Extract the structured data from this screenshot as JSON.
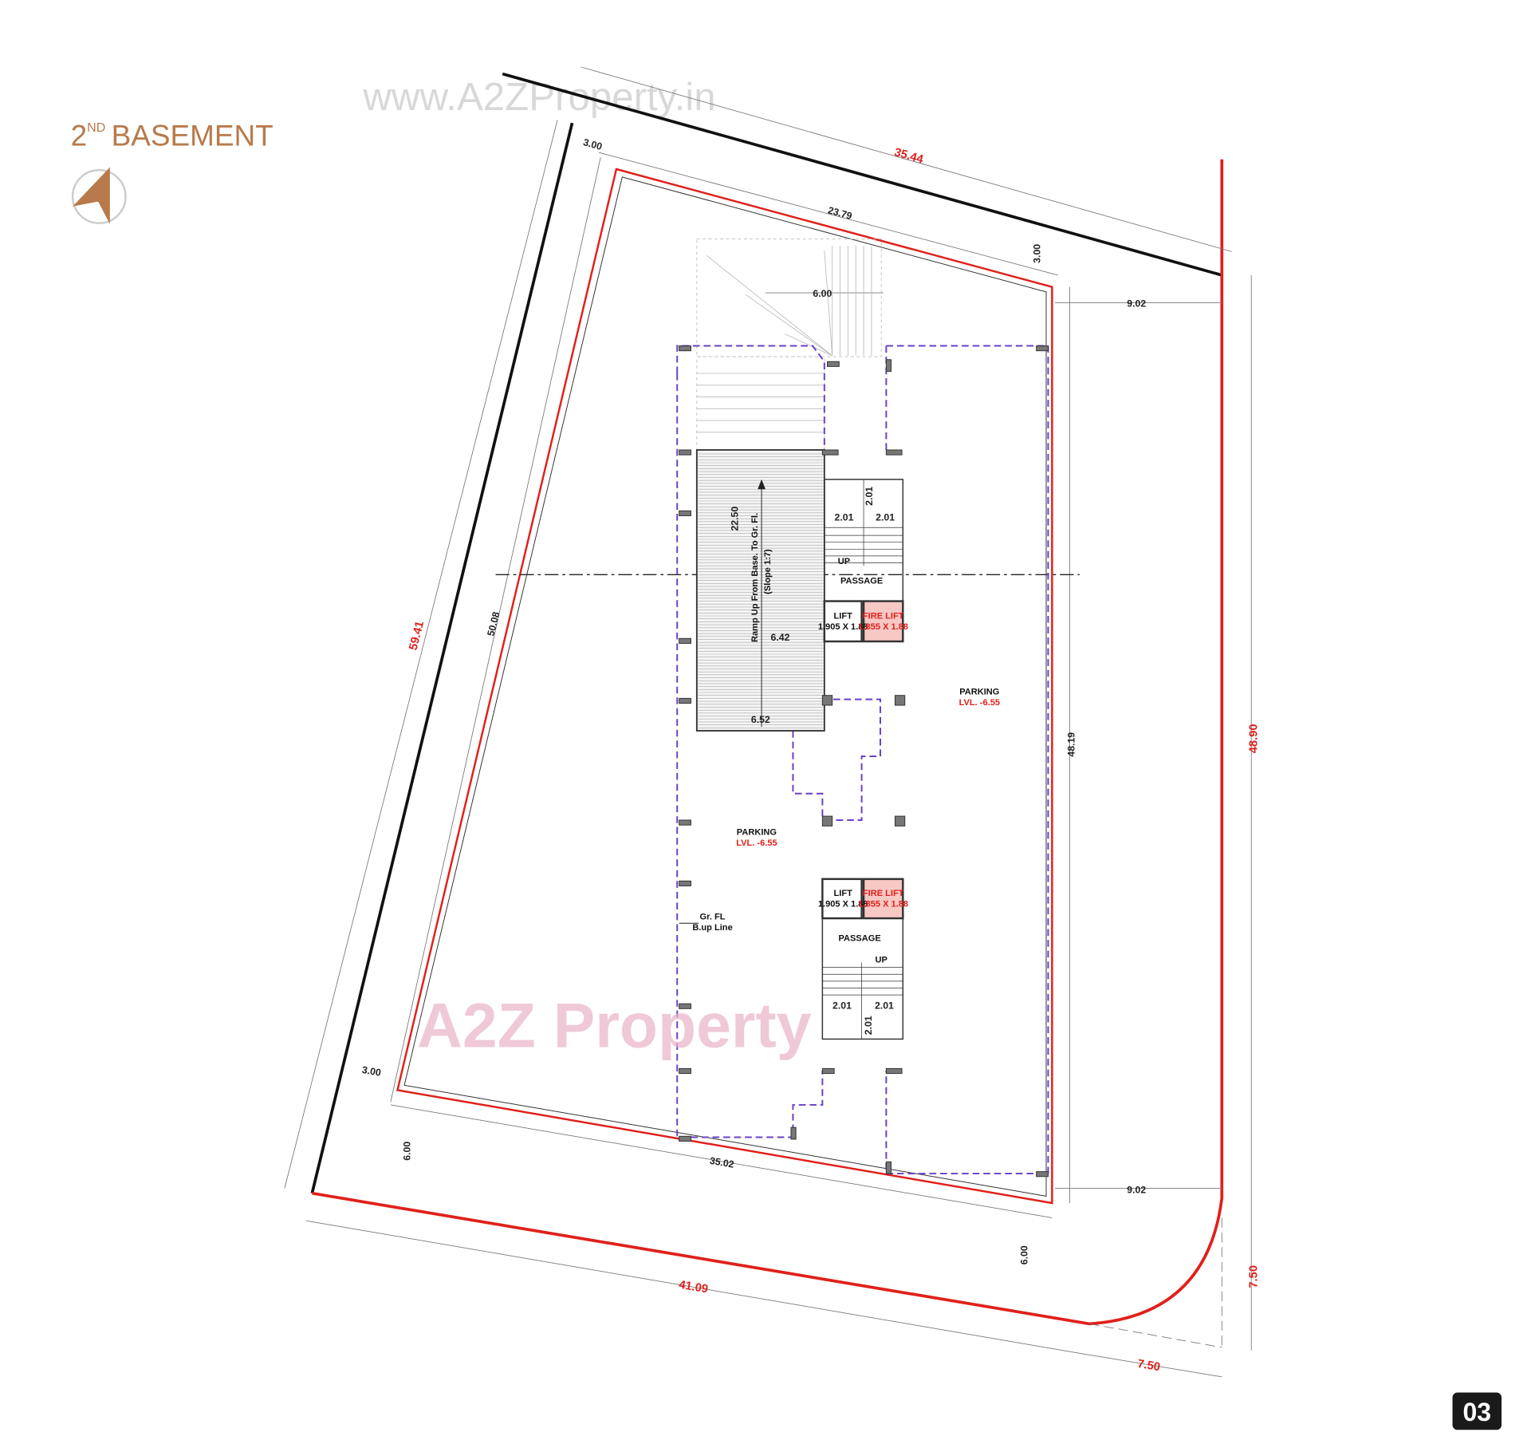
{
  "title": {
    "prefix": "2",
    "superscript": "ND",
    "text": "BASEMENT"
  },
  "watermark_url": "www.A2ZProperty.in",
  "watermark_logo": "A2Z Property",
  "page_number": "03",
  "colors": {
    "title": "#b87a4b",
    "boundary": "#e0201b",
    "outline": "#6a3fc8",
    "fire_lift": "#e0201b"
  },
  "icons": {
    "compass": "north-arrow-icon"
  },
  "dimensions": {
    "top_boundary": "35.44",
    "top_building": "23.79",
    "top_left_setback": "3.00",
    "top_right_setback": "3.00",
    "right_setback_top": "9.02",
    "right_setback_bottom": "9.02",
    "stair_width": "6.00",
    "left_boundary": "59.41",
    "left_building": "50.08",
    "right_building": "48.19",
    "right_boundary": "48.90",
    "right_corner": "7.50",
    "bottom_corner": "7.50",
    "bottom_boundary": "41.09",
    "bottom_left_setback": "6.00",
    "bottom_right_setback": "6.00",
    "bottom_building": "35.02",
    "left_setback": "3.00",
    "ramp_length": "22.50",
    "ramp_width_mid": "6.42",
    "ramp_width_bottom": "6.52",
    "stair_dims": [
      "2.01",
      "2.01",
      "2.01"
    ]
  },
  "labels": {
    "ramp": "Ramp Up From Base. To Gr. Fl.",
    "ramp_slope": "(Slope 1:7)",
    "parking": "PARKING",
    "level": "LVL. -6.55",
    "passage": "PASSAGE",
    "up": "UP",
    "lift": "LIFT",
    "lift_size": "1.905 X 1.88",
    "fire_lift": "FIRE LIFT",
    "fire_lift_size": "1.855 X 1.88",
    "grfl": "Gr. FL",
    "bup_line": "B.up Line"
  }
}
